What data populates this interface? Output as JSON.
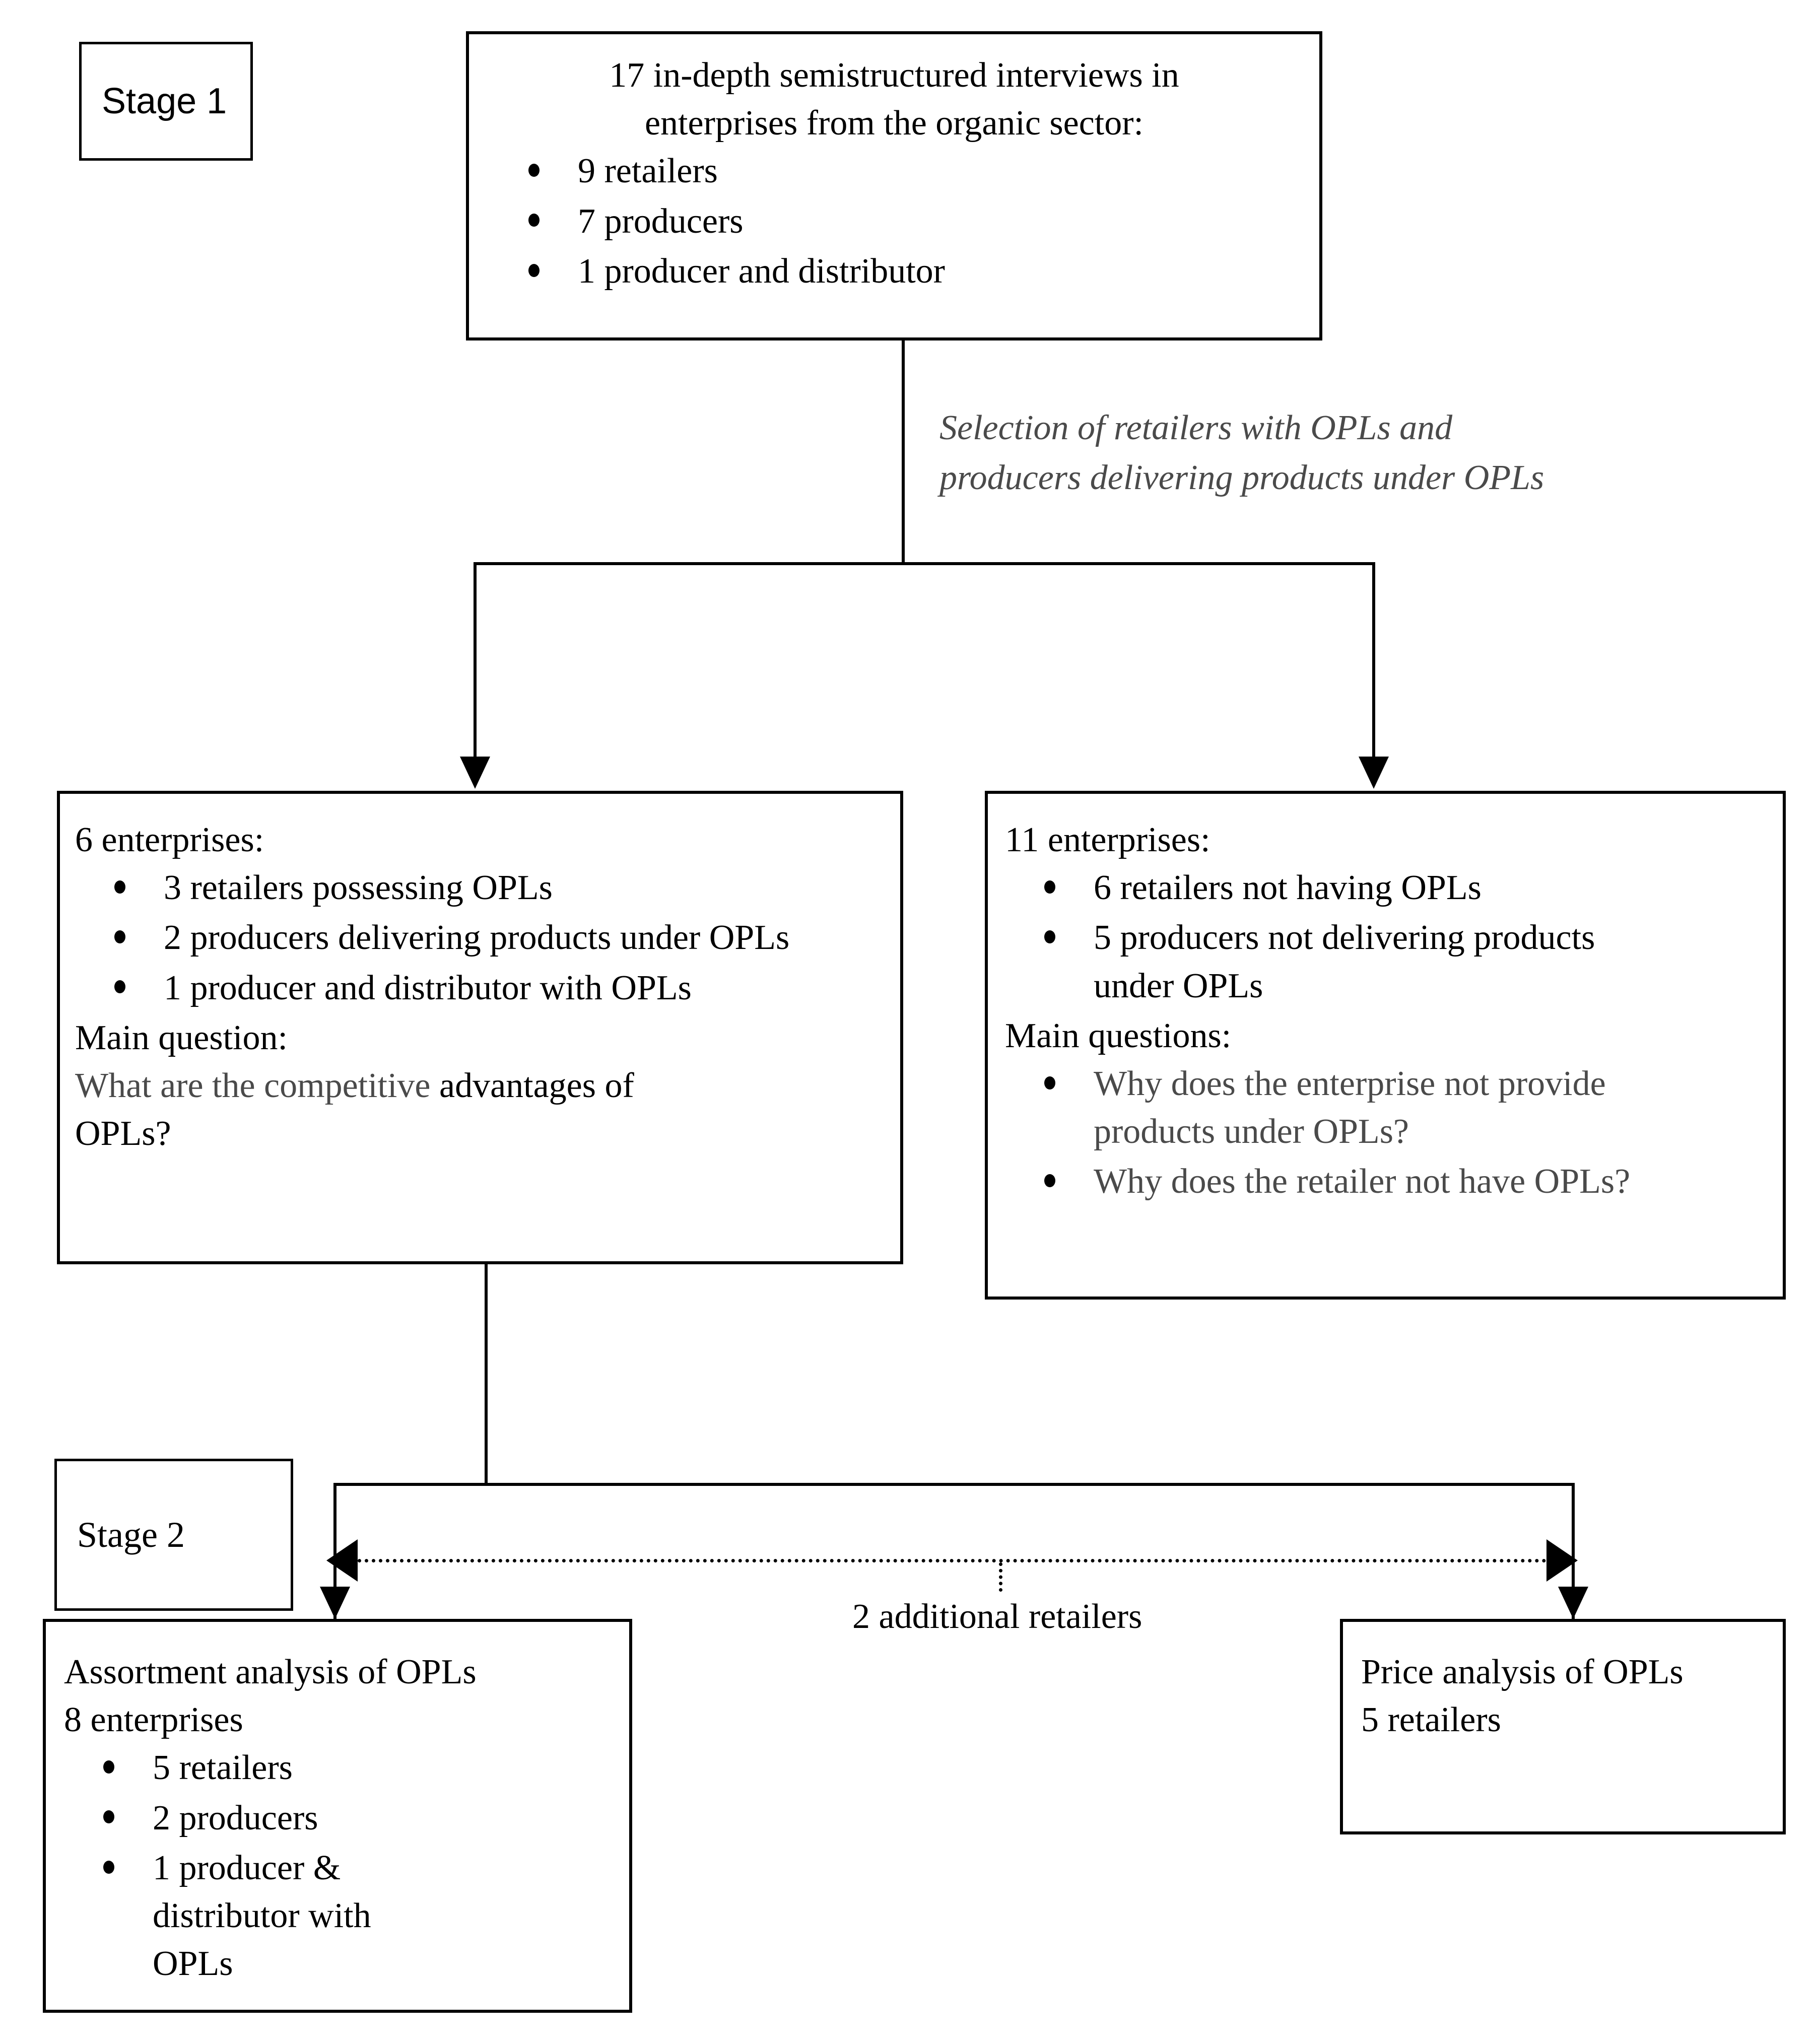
{
  "diagram": {
    "title": "Two-stage research design flowchart",
    "colors": {
      "line": "#000000",
      "text": "#000000",
      "muted_text": "#4a4a4a",
      "background": "#ffffff"
    }
  },
  "stage1": {
    "label": "Stage 1",
    "box": {
      "heading_line1": "17 in-depth semistructured interviews in",
      "heading_line2": "enterprises from the organic sector:",
      "bullets": [
        "9 retailers",
        "7 producers",
        "1 producer and distributor"
      ]
    }
  },
  "selection_annotation": {
    "line1": "Selection of retailers with OPLs and",
    "line2": "producers delivering products under OPLs"
  },
  "branch_left": {
    "heading": "6 enterprises:",
    "bullets": [
      "3 retailers possessing OPLs",
      "2 producers delivering products under OPLs",
      "1 producer and distributor with OPLs"
    ],
    "question_heading": "Main question:",
    "question_gray_part": "What are the competitive ",
    "question_black_part": "advantages of OPLs?"
  },
  "branch_right": {
    "heading": "11 enterprises:",
    "bullets": [
      "6 retailers not having OPLs",
      "5 producers not delivering products under OPLs"
    ],
    "question_heading": "Main questions:",
    "questions": [
      "Why does the enterprise not provide products under OPLs?",
      "Why does the retailer not have OPLs?"
    ]
  },
  "stage2": {
    "label": "Stage 2",
    "connector_label": "2 additional retailers",
    "assortment_box": {
      "line1": "Assortment analysis of OPLs",
      "line2": "8 enterprises",
      "bullets": [
        "5 retailers",
        "2 producers",
        "1 producer & distributor with OPLs"
      ]
    },
    "price_box": {
      "line1": "Price analysis of OPLs",
      "line2": "5 retailers"
    }
  }
}
